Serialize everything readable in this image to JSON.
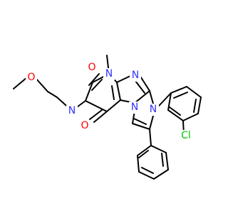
{
  "molecule": {
    "colors": {
      "bond": "#000000",
      "carbon": "#000000",
      "nitrogen": "#3333ff",
      "oxygen": "#ff0000",
      "chlorine": "#00cc00",
      "background": "#ffffff"
    },
    "labels": {
      "o_ether": "O",
      "o_carbonyl_top": "O",
      "o_carbonyl_bottom": "O",
      "n1": "N",
      "n_methyl": "N",
      "n_ring_top": "N",
      "n_aryl": "N",
      "n_bridge": "N",
      "cl": "Cl"
    }
  }
}
